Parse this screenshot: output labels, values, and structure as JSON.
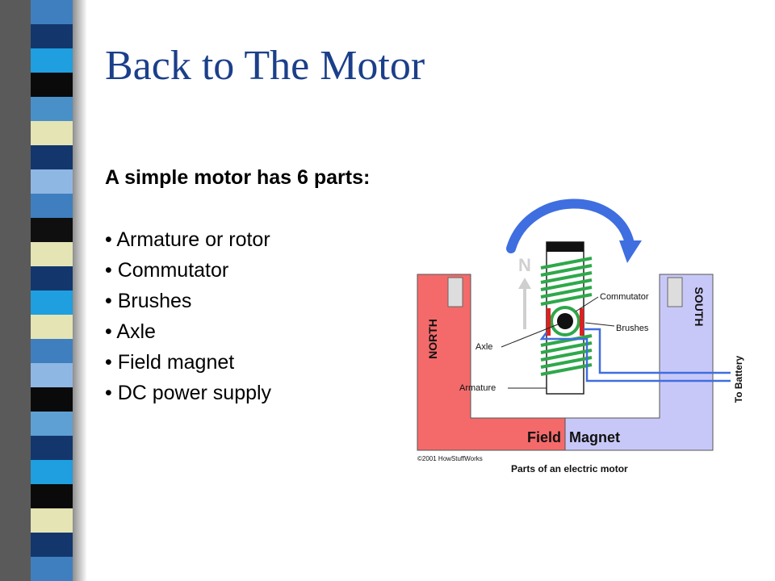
{
  "slide": {
    "title": "Back to The Motor",
    "intro": "A simple motor has 6 parts:",
    "bullets": [
      "• Armature or rotor",
      "• Commutator",
      "• Brushes",
      "• Axle",
      "• Field magnet",
      "• DC power supply"
    ]
  },
  "diagram": {
    "north": "NORTH",
    "south": "SOUTH",
    "n_letter": "N",
    "commutator": "Commutator",
    "brushes": "Brushes",
    "axle": "Axle",
    "armature": "Armature",
    "to_battery": "To Battery",
    "field": "Field",
    "magnet": "Magnet",
    "copyright": "©2001 HowStuffWorks",
    "caption": "Parts of an electric motor"
  },
  "colors": {
    "title": "#1b3f8a",
    "north_magnet": "#f46a6a",
    "south_magnet": "#c8c8f8",
    "coil": "#2ea84a",
    "arrow": "#3f6ee0",
    "brush": "#e02020"
  },
  "stripe_colors": [
    "#3f7fbf",
    "#13376d",
    "#1f9fdf",
    "#0a0a0a",
    "#4a90c8",
    "#e4e4b4",
    "#13376d",
    "#8fb7e3",
    "#3f7fbf",
    "#0f0f0f",
    "#e4e4b4",
    "#13376d",
    "#1f9fdf",
    "#e4e4b4",
    "#3f7fbf",
    "#8fb7e3",
    "#0a0a0a",
    "#5fa0d4",
    "#13376d",
    "#1f9fdf",
    "#0a0a0a",
    "#e4e4b4",
    "#13376d",
    "#3f7fbf"
  ]
}
